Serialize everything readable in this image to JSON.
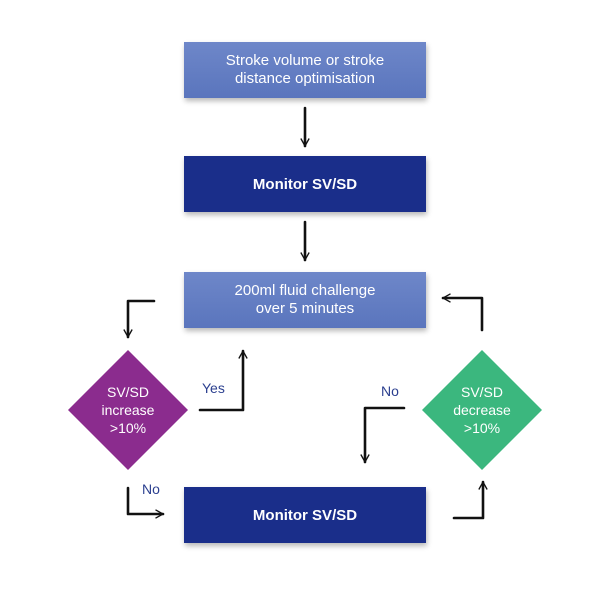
{
  "steps": {
    "optimisation": "Stroke volume or stroke\ndistance optimisation",
    "monitor_top": "Monitor SV/SD",
    "fluid_challenge": "200ml fluid challenge\nover 5 minutes",
    "monitor_bottom": "Monitor SV/SD"
  },
  "decisions": {
    "increase": "SV/SD\nincrease\n>10%",
    "decrease": "SV/SD\ndecrease\n>10%"
  },
  "edge_labels": {
    "increase_yes": "Yes",
    "increase_no": "No",
    "decrease_no": "No"
  },
  "colors": {
    "light_box": "#6379c3",
    "dark_box": "#1a2e8a",
    "increase_diamond": "#8b2c8e",
    "decrease_diamond": "#3bb77e",
    "arrow": "#111111",
    "label_text": "#2b3f8f"
  }
}
